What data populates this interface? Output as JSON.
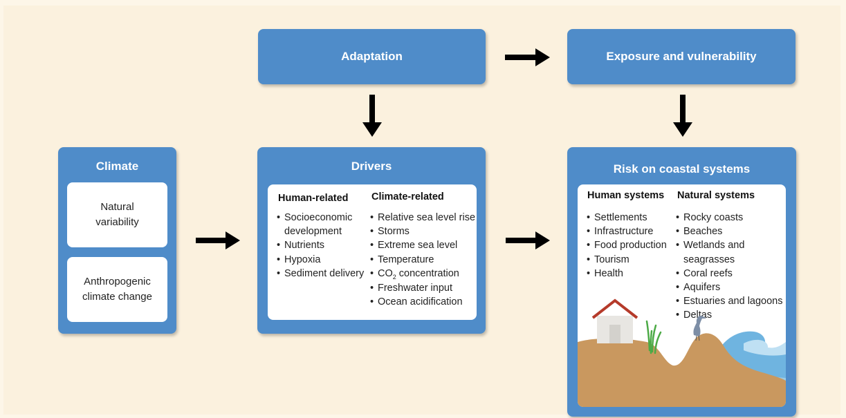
{
  "adaptation": {
    "title": "Adaptation"
  },
  "exposure": {
    "title": "Exposure and vulnerability"
  },
  "climate": {
    "title": "Climate",
    "natural": "Natural variability",
    "anthropogenic": "Anthropogenic climate change"
  },
  "drivers": {
    "title": "Drivers",
    "human_head": "Human-related",
    "human_items": [
      "Socioeconomic",
      "development",
      "Nutrients",
      "Hypoxia",
      "Sediment delivery"
    ],
    "climate_head": "Climate-related",
    "climate_items": [
      "Relative sea level rise",
      "Storms",
      "Extreme sea level",
      "Temperature",
      "CO",
      "2",
      " concentration",
      "Freshwater input",
      "Ocean acidification"
    ]
  },
  "risk": {
    "title": "Risk on coastal systems",
    "human_head": "Human systems",
    "human_items": [
      "Settlements",
      "Infrastructure",
      "Food production",
      "Tourism",
      "Health"
    ],
    "natural_head": "Natural systems",
    "natural_items": [
      "Rocky coasts",
      "Beaches",
      "Wetlands and",
      "seagrasses",
      "Coral reefs",
      "Aquifers",
      "Estuaries and lagoons",
      "Deltas"
    ]
  },
  "colors": {
    "box": "#4f8cc9",
    "background": "#fbf1de",
    "sand": "#c9985f",
    "water": "#9ccbe6",
    "roof": "#b53a2a"
  }
}
